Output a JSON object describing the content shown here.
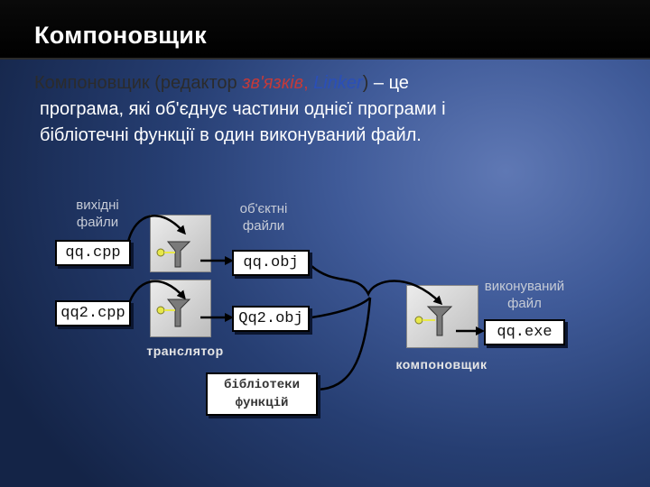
{
  "slide": {
    "title": "Компоновщик"
  },
  "definition": {
    "term": "Компоновщик",
    "paren_open": " (редактор ",
    "alt_term": "зв'язків",
    "comma": ", ",
    "english": "Linker",
    "paren_close": ")",
    "dash_text": " – це",
    "line2": "програма, які об'єднує частини однієї програми і",
    "line3": "бібліотечні функції в один виконуваний файл."
  },
  "diagram": {
    "captions": {
      "source": "вихідні\nфайли",
      "object": "об'єктні\nфайли",
      "executable": "виконуваний\nфайл",
      "translator": "транслятор",
      "linker": "компоновщик"
    },
    "files": {
      "src1": "qq.cpp",
      "src2": "qq2.cpp",
      "obj1": "qq.obj",
      "obj2": "Qq2.obj",
      "exe": "qq.exe",
      "lib_line1": "бібліотеки",
      "lib_line2": "функцій"
    },
    "colors": {
      "arrow": "#000000",
      "engine_accent": "#e8e84a"
    }
  }
}
